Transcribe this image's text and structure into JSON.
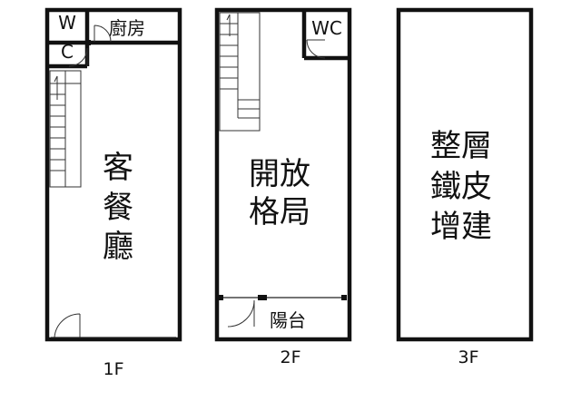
{
  "floors": [
    {
      "label": "1F",
      "rooms": {
        "wc_top": "W",
        "wc_bottom": "C",
        "kitchen": "廚房",
        "main_line1": "客",
        "main_line2": "餐",
        "main_line3": "廳"
      }
    },
    {
      "label": "2F",
      "rooms": {
        "wc": "WC",
        "main_line1": "開放",
        "main_line2": "格局",
        "balcony": "陽台"
      }
    },
    {
      "label": "3F",
      "rooms": {
        "main_line1": "整層",
        "main_line2": "鐵皮",
        "main_line3": "增建"
      }
    }
  ],
  "colors": {
    "wall": "#111111",
    "background": "#ffffff"
  }
}
